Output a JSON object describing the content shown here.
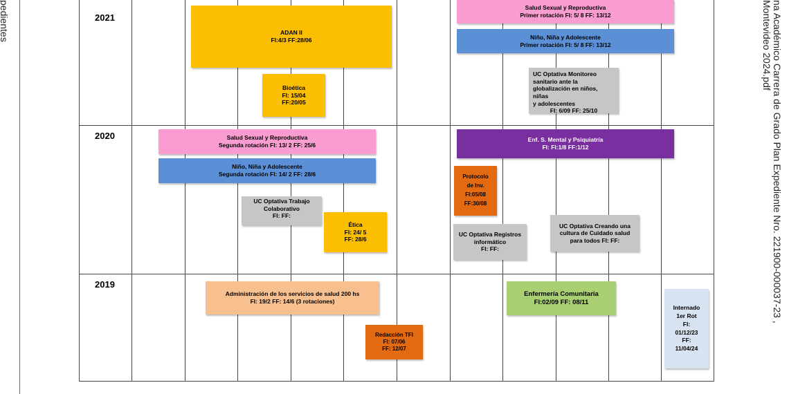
{
  "side_texts": {
    "left": "pedientes",
    "right_line1": "na Académico Carrera de Grado Plan   Expediente Nro. 221900-000037-23 ,",
    "right_line2": "Montevideo 2024.pdf"
  },
  "years": {
    "y2021": "2021",
    "y2020": "2020",
    "y2019": "2019"
  },
  "blocks": {
    "adan": {
      "title": "ADAN II",
      "dates": "FI:4/3  FF:28/06"
    },
    "bioetica": {
      "title": "Bioética",
      "l2": "FI: 15/04",
      "l3": "FF:20/05"
    },
    "ssr_primer": {
      "title": "Salud Sexual y Reproductiva",
      "sub": "Primer rotación  FI: 5/ 8 FF: 13/12"
    },
    "nna_primer": {
      "title": "Niño, Niña y Adolescente",
      "sub": "Primer rotación  FI: 5/ 8  FF: 13/12"
    },
    "uc_monitoreo": {
      "text": "UC Optativa Monitoreo\nsanitario ante la\nglobalización en niños, niñas\ny adolescentes",
      "dates": "FI:  6/09 FF: 25/10"
    },
    "ssr_segunda": {
      "title": "Salud Sexual y Reproductiva",
      "sub": "Segunda rotación  FI: 13/ 2  FF: 25/6"
    },
    "nna_segunda": {
      "title": "Niño, Niña y Adolescente",
      "sub": "Segunda rotación  FI: 14/ 2  FF: 28/6"
    },
    "uc_trabajo": {
      "text": "UC Optativa Trabajo\nColaborativo\nFI:  FF:"
    },
    "etica": {
      "title": "Ética",
      "l2": "FI: 24/ 5",
      "l3": "FF: 28/6"
    },
    "enf_mental": {
      "title": "Enf. S. Mental y Psiquiatría",
      "sub": "FI: FI:1/8   FF:1/12"
    },
    "protocolo": {
      "text": "Protocolo\nde Inv.\nFI:05/08\nFF:30/08"
    },
    "uc_registros": {
      "text": "UC Optativa Registros\ninformático\nFI:   FF:"
    },
    "uc_cuidado": {
      "text": "UC Optativa Creando una\ncultura de Cuidado  salud\npara todos  FI:   FF:"
    },
    "admin": {
      "title": "Administración de los servicios de salud 200 hs",
      "sub": "FI: 19/2   FF: 14/6 (3 rotaciones)"
    },
    "enf_comunitaria": {
      "title": "Enfermería Comunitaria",
      "sub": "FI:02/09   FF:  08/11"
    },
    "redaccion": {
      "text": "Redacción TFI\nFI: 07/06\nFF: 12/07"
    },
    "internado": {
      "text": "Internado\n1er Rot\nFI:\n01/12/23\nFF:\n11/04/24"
    }
  },
  "colors": {
    "orange": "#fcbe00",
    "pink": "#f99cd0",
    "blue": "#5b8fd6",
    "gray": "#c6c6c6",
    "purple": "#7a2fa0",
    "dark_orange": "#e46a12",
    "peach": "#f8c08e",
    "green": "#a8cf72",
    "light_blue": "#d8e3f1"
  }
}
